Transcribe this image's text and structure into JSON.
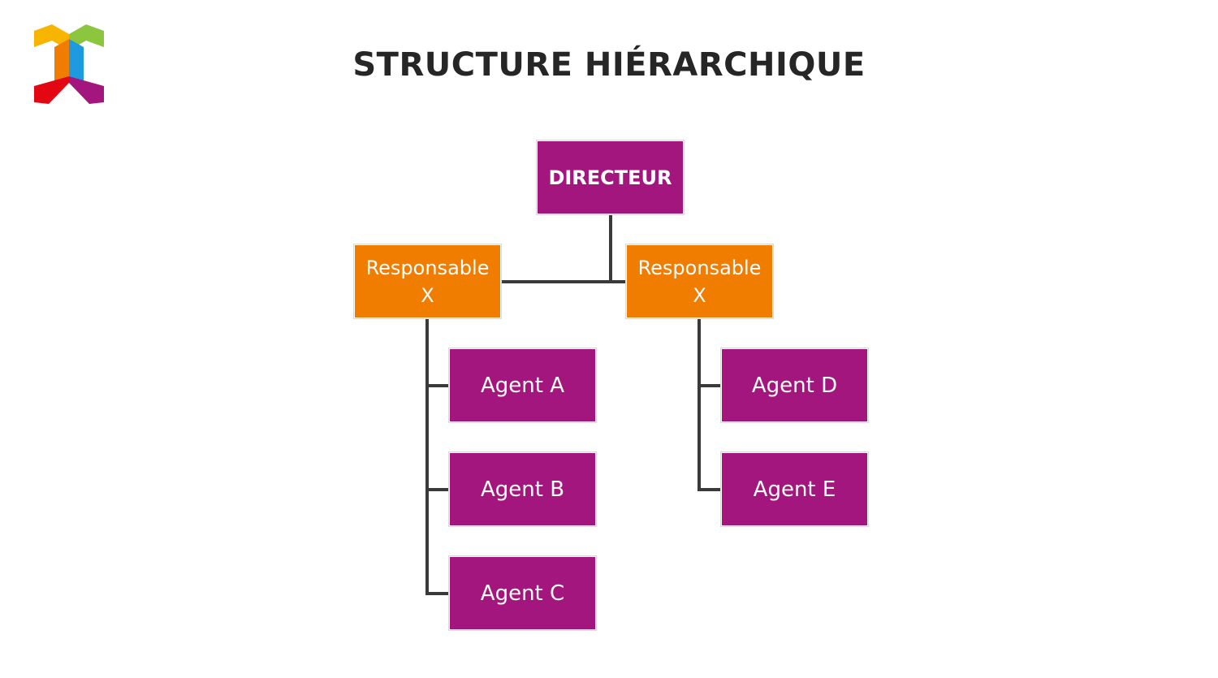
{
  "title": "STRUCTURE HIÉRARCHIQUE",
  "colors": {
    "purple": "#a3167d",
    "orange": "#f07c00",
    "connector": "#3a3a3a",
    "title": "#262626"
  },
  "logo": {
    "name": "colorful-x-logo",
    "colors": [
      "#f7b500",
      "#8cc63f",
      "#f07c00",
      "#1e9ae0",
      "#e30613",
      "#a3167d"
    ]
  },
  "org_chart": {
    "director": {
      "label": "DIRECTEUR"
    },
    "managers": [
      {
        "label": "Responsable\nX",
        "agents": [
          {
            "label": "Agent A"
          },
          {
            "label": "Agent B"
          },
          {
            "label": "Agent C"
          }
        ]
      },
      {
        "label": "Responsable\nX",
        "agents": [
          {
            "label": "Agent D"
          },
          {
            "label": "Agent E"
          }
        ]
      }
    ]
  }
}
